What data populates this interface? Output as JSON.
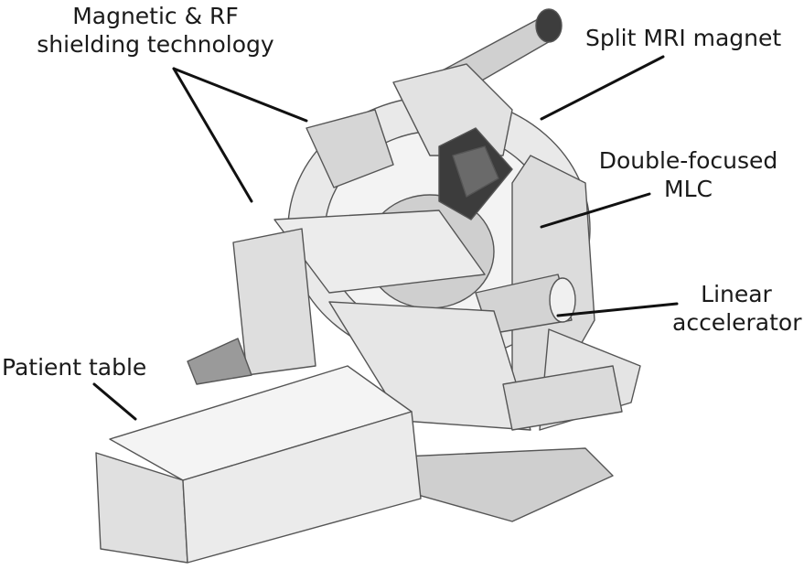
{
  "labels": {
    "shielding": {
      "line1": "Magnetic & RF",
      "line2": "shielding technology"
    },
    "magnet": {
      "text": "Split MRI magnet"
    },
    "mlc": {
      "line1": "Double-focused",
      "line2": "MLC"
    },
    "linac": {
      "line1": "Linear",
      "line2": "accelerator"
    },
    "table": {
      "text": "Patient table"
    }
  },
  "colors": {
    "body": "#e7e7e7",
    "light": "#f6f6f6",
    "mid": "#c9c9c9",
    "dark": "#3a3a3a",
    "edge": "#555555"
  }
}
